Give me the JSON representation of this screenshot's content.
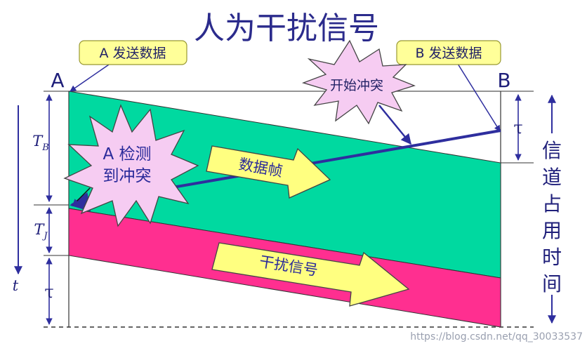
{
  "title": "人为干扰信号",
  "callouts": {
    "a_sends": "A 发送数据",
    "b_sends": "B 发送数据"
  },
  "endpoints": {
    "a": "A",
    "b": "B"
  },
  "bursts": {
    "collision_start": "开始冲突",
    "a_detect_line1": "A 检测",
    "a_detect_line2": "到冲突"
  },
  "arrows": {
    "data_frame": "数据帧",
    "jam_signal": "干扰信号"
  },
  "left_axis": {
    "tb": "T",
    "tb_sub": "B",
    "tj": "T",
    "tj_sub": "J",
    "tau": "τ",
    "t": "t"
  },
  "right_axis": {
    "tau": "τ",
    "channel_occupancy": [
      "信",
      "道",
      "占",
      "用",
      "时",
      "间"
    ]
  },
  "watermark": "https://blog.csdn.net/qq_30033537",
  "colors": {
    "data_frame_band": "#00d9a0",
    "jam_band": "#ff2f90",
    "lines": "#2e2e9e",
    "burst_fill": "#f6ccf2",
    "callout_fill": "#ffff99",
    "arrow_fill": "#ffff80"
  }
}
